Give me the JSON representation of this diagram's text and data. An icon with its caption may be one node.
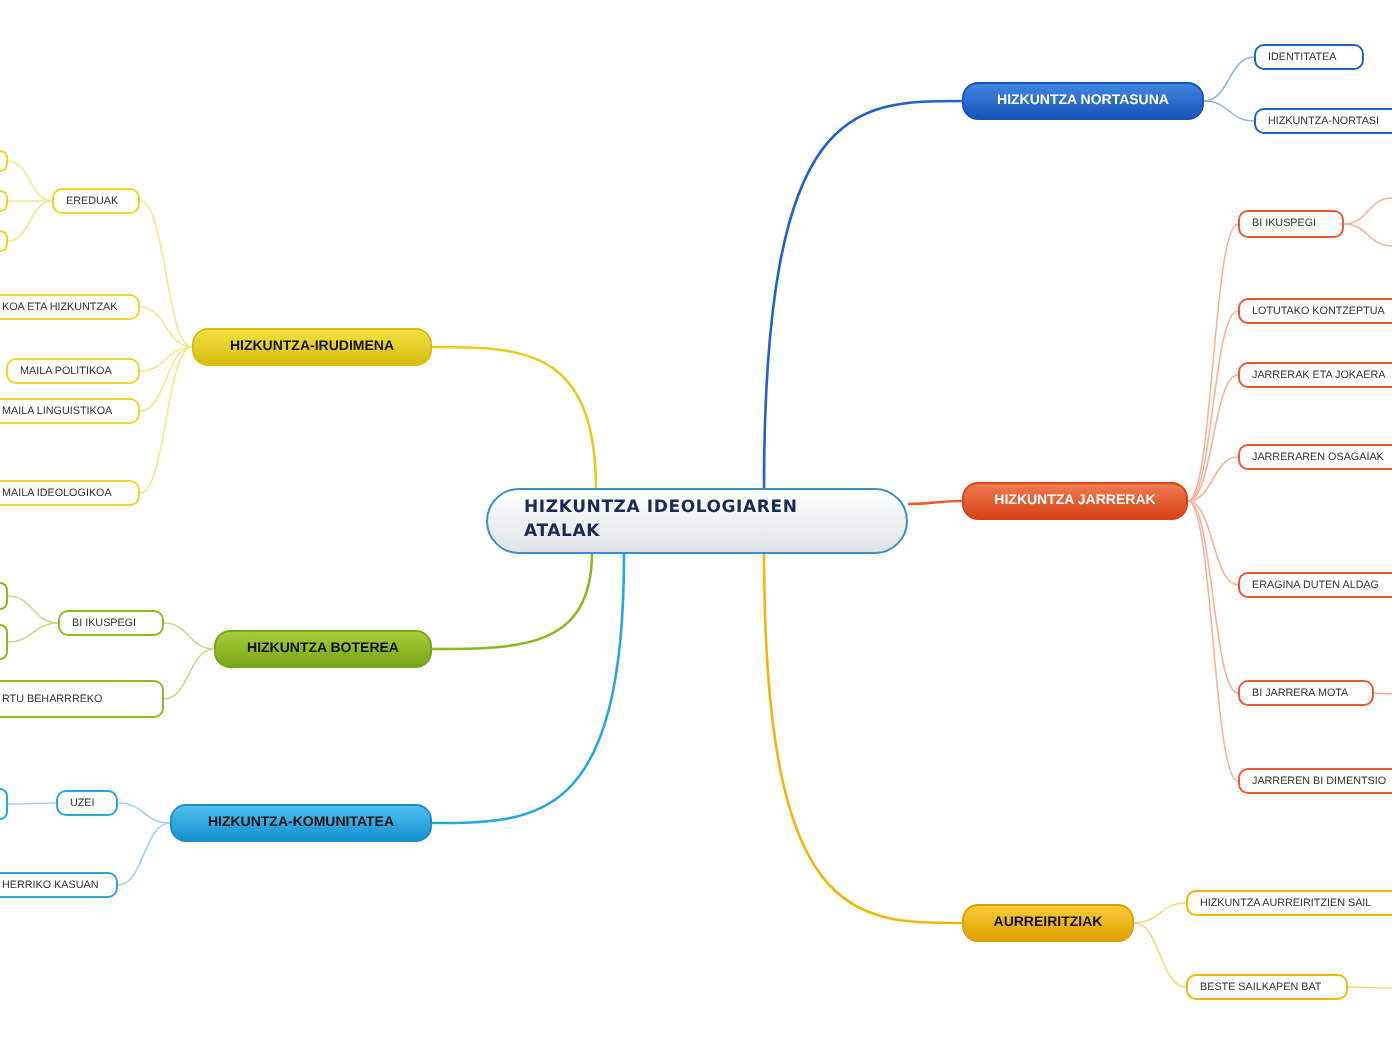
{
  "diagram": {
    "nodes": [
      {
        "text": [
          "HIZKUNTZA IDEOLOGIAREN ATALAK"
        ]
      },
      {
        "text": [
          "HIZKUNTZA-IRUDIMENA"
        ]
      },
      {
        "text": [
          "EREDUAK"
        ]
      },
      {
        "text": [],
        "shape": "box"
      },
      {
        "text": [],
        "shape": "box"
      },
      {
        "text": [],
        "shape": "box"
      },
      {
        "text": [
          "KOA ETA HIZKUNTZAK"
        ]
      },
      {
        "text": [
          "MAILA POLITIKOA"
        ]
      },
      {
        "text": [
          "MAILA LINGUISTIKOA"
        ]
      },
      {
        "text": [
          "MAILA IDEOLOGIKOA"
        ]
      },
      {
        "text": [
          "HIZKUNTZA BOTEREA"
        ]
      },
      {
        "text": [
          "BI IKUSPEGI"
        ]
      },
      {
        "text": [],
        "shape": "box"
      },
      {
        "text": [],
        "shape": "box"
      },
      {
        "text": [
          "RTU BEHARRREKO"
        ]
      },
      {
        "text": [
          "HIZKUNTZA-KOMUNITATEA"
        ]
      },
      {
        "text": [
          "UZEI"
        ]
      },
      {
        "text": [],
        "shape": "box"
      },
      {
        "text": [
          "HERRIKO KASUAN"
        ]
      },
      {
        "text": [
          "HIZKUNTZA NORTASUNA"
        ]
      },
      {
        "text": [
          "IDENTITATEA"
        ]
      },
      {
        "text": [
          "HIZKUNTZA-NORTASI"
        ]
      },
      {
        "text": [
          "HIZKUNTZA JARRERAK"
        ]
      },
      {
        "text": [
          "BI IKUSPEGI"
        ]
      },
      {
        "text": [
          "LOTUTAKO KONTZEPTUA"
        ]
      },
      {
        "text": [
          "JARRERAK ETA JOKAERA"
        ]
      },
      {
        "text": [
          "JARRERAREN OSAGAIAK"
        ]
      },
      {
        "text": [
          "ERAGINA DUTEN ALDAG"
        ]
      },
      {
        "text": [
          "BI JARRERA MOTA"
        ]
      },
      {
        "text": [
          "JARREREN BI DIMENTSIO"
        ]
      },
      {
        "text": [
          "AURREIRITZIAK"
        ]
      },
      {
        "text": [
          "HIZKUNTZA AURREIRITZIEN SAIL"
        ]
      },
      {
        "text": [
          "BESTE SAILKAPEN BAT"
        ]
      }
    ],
    "edges": [
      {
        "from": 0,
        "to": 1,
        "arrow": "none",
        "color": "#e8cc1a"
      },
      {
        "from": 0,
        "to": 10,
        "arrow": "none",
        "color": "#8cb820"
      },
      {
        "from": 0,
        "to": 15,
        "arrow": "none",
        "color": "#27a6e0"
      },
      {
        "from": 0,
        "to": 19,
        "arrow": "none",
        "color": "#1e63cc"
      },
      {
        "from": 0,
        "to": 22,
        "arrow": "none",
        "color": "#ea5a2e"
      },
      {
        "from": 0,
        "to": 30,
        "arrow": "none",
        "color": "#f2b60c"
      },
      {
        "from": 1,
        "to": 2,
        "arrow": "none",
        "color": "#f6e58a"
      },
      {
        "from": 1,
        "to": 6,
        "arrow": "none",
        "color": "#f6e58a"
      },
      {
        "from": 1,
        "to": 7,
        "arrow": "none",
        "color": "#f6e58a"
      },
      {
        "from": 1,
        "to": 8,
        "arrow": "none",
        "color": "#f6e58a"
      },
      {
        "from": 1,
        "to": 9,
        "arrow": "none",
        "color": "#f6e58a"
      },
      {
        "from": 2,
        "to": 3,
        "arrow": "none",
        "color": "#f6e58a"
      },
      {
        "from": 2,
        "to": 4,
        "arrow": "none",
        "color": "#f6e58a"
      },
      {
        "from": 2,
        "to": 5,
        "arrow": "none",
        "color": "#f6e58a"
      },
      {
        "from": 10,
        "to": 11,
        "arrow": "none",
        "color": "#c4dc8a"
      },
      {
        "from": 10,
        "to": 14,
        "arrow": "none",
        "color": "#c4dc8a"
      },
      {
        "from": 11,
        "to": 12,
        "arrow": "none",
        "color": "#c4dc8a"
      },
      {
        "from": 11,
        "to": 13,
        "arrow": "none",
        "color": "#c4dc8a"
      },
      {
        "from": 15,
        "to": 16,
        "arrow": "none",
        "color": "#9fd4f0"
      },
      {
        "from": 15,
        "to": 18,
        "arrow": "none",
        "color": "#9fd4f0"
      },
      {
        "from": 16,
        "to": 17,
        "arrow": "none",
        "color": "#9fd4f0"
      },
      {
        "from": 19,
        "to": 20,
        "arrow": "none",
        "color": "#93b4e8"
      },
      {
        "from": 19,
        "to": 21,
        "arrow": "none",
        "color": "#93b4e8"
      },
      {
        "from": 22,
        "to": 23,
        "arrow": "none",
        "color": "#f6b39c"
      },
      {
        "from": 22,
        "to": 24,
        "arrow": "none",
        "color": "#f6b39c"
      },
      {
        "from": 22,
        "to": 25,
        "arrow": "none",
        "color": "#f6b39c"
      },
      {
        "from": 22,
        "to": 26,
        "arrow": "none",
        "color": "#f6b39c"
      },
      {
        "from": 22,
        "to": 27,
        "arrow": "none",
        "color": "#f6b39c"
      },
      {
        "from": 22,
        "to": 28,
        "arrow": "none",
        "color": "#f6b39c"
      },
      {
        "from": 22,
        "to": 29,
        "arrow": "none",
        "color": "#f6b39c"
      },
      {
        "from": 23,
        "to": null,
        "arrow": "none",
        "color": "#f6b39c"
      },
      {
        "from": 23,
        "to": null,
        "arrow": "none",
        "color": "#f6b39c"
      },
      {
        "from": 28,
        "to": null,
        "arrow": "none",
        "color": "#f6b39c"
      },
      {
        "from": 30,
        "to": 31,
        "arrow": "none",
        "color": "#f8d77a"
      },
      {
        "from": 30,
        "to": 32,
        "arrow": "none",
        "color": "#f8d77a"
      },
      {
        "from": 32,
        "to": null,
        "arrow": "none",
        "color": "#f8d77a"
      }
    ]
  }
}
